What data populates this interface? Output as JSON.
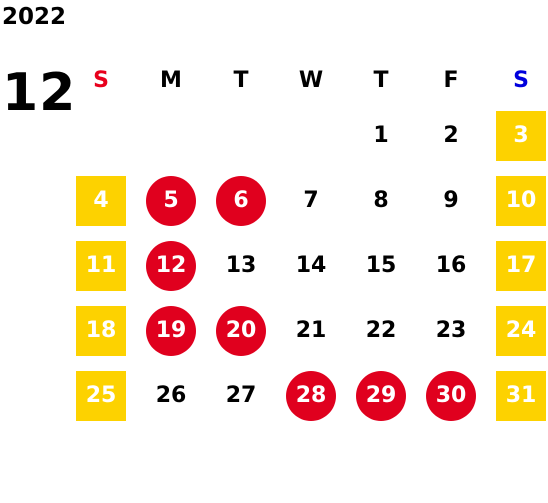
{
  "calendar": {
    "year": "2022",
    "month": "12"
  },
  "colors": {
    "sunday_header": "#e8001c",
    "saturday_header": "#0000dd",
    "weekday_header": "#000000",
    "weekend_fill": "#fdd200",
    "holiday_fill": "#e0001e",
    "normal_text": "#000000",
    "badge_text": "#ffffff"
  },
  "weekdays": [
    {
      "label": "S",
      "kind": "sunday"
    },
    {
      "label": "M",
      "kind": "weekday"
    },
    {
      "label": "T",
      "kind": "weekday"
    },
    {
      "label": "W",
      "kind": "weekday"
    },
    {
      "label": "T",
      "kind": "weekday"
    },
    {
      "label": "F",
      "kind": "weekday"
    },
    {
      "label": "S",
      "kind": "saturday"
    }
  ],
  "weeks": [
    [
      null,
      null,
      null,
      null,
      {
        "day": "1",
        "type": "normal"
      },
      {
        "day": "2",
        "type": "normal"
      },
      {
        "day": "3",
        "type": "weekend"
      }
    ],
    [
      {
        "day": "4",
        "type": "weekend"
      },
      {
        "day": "5",
        "type": "holiday"
      },
      {
        "day": "6",
        "type": "holiday"
      },
      {
        "day": "7",
        "type": "normal"
      },
      {
        "day": "8",
        "type": "normal"
      },
      {
        "day": "9",
        "type": "normal"
      },
      {
        "day": "10",
        "type": "weekend"
      }
    ],
    [
      {
        "day": "11",
        "type": "weekend"
      },
      {
        "day": "12",
        "type": "holiday"
      },
      {
        "day": "13",
        "type": "normal"
      },
      {
        "day": "14",
        "type": "normal"
      },
      {
        "day": "15",
        "type": "normal"
      },
      {
        "day": "16",
        "type": "normal"
      },
      {
        "day": "17",
        "type": "weekend"
      }
    ],
    [
      {
        "day": "18",
        "type": "weekend"
      },
      {
        "day": "19",
        "type": "holiday"
      },
      {
        "day": "20",
        "type": "holiday"
      },
      {
        "day": "21",
        "type": "normal"
      },
      {
        "day": "22",
        "type": "normal"
      },
      {
        "day": "23",
        "type": "normal"
      },
      {
        "day": "24",
        "type": "weekend"
      }
    ],
    [
      {
        "day": "25",
        "type": "weekend"
      },
      {
        "day": "26",
        "type": "normal"
      },
      {
        "day": "27",
        "type": "normal"
      },
      {
        "day": "28",
        "type": "holiday"
      },
      {
        "day": "29",
        "type": "holiday"
      },
      {
        "day": "30",
        "type": "holiday"
      },
      {
        "day": "31",
        "type": "weekend"
      }
    ]
  ]
}
